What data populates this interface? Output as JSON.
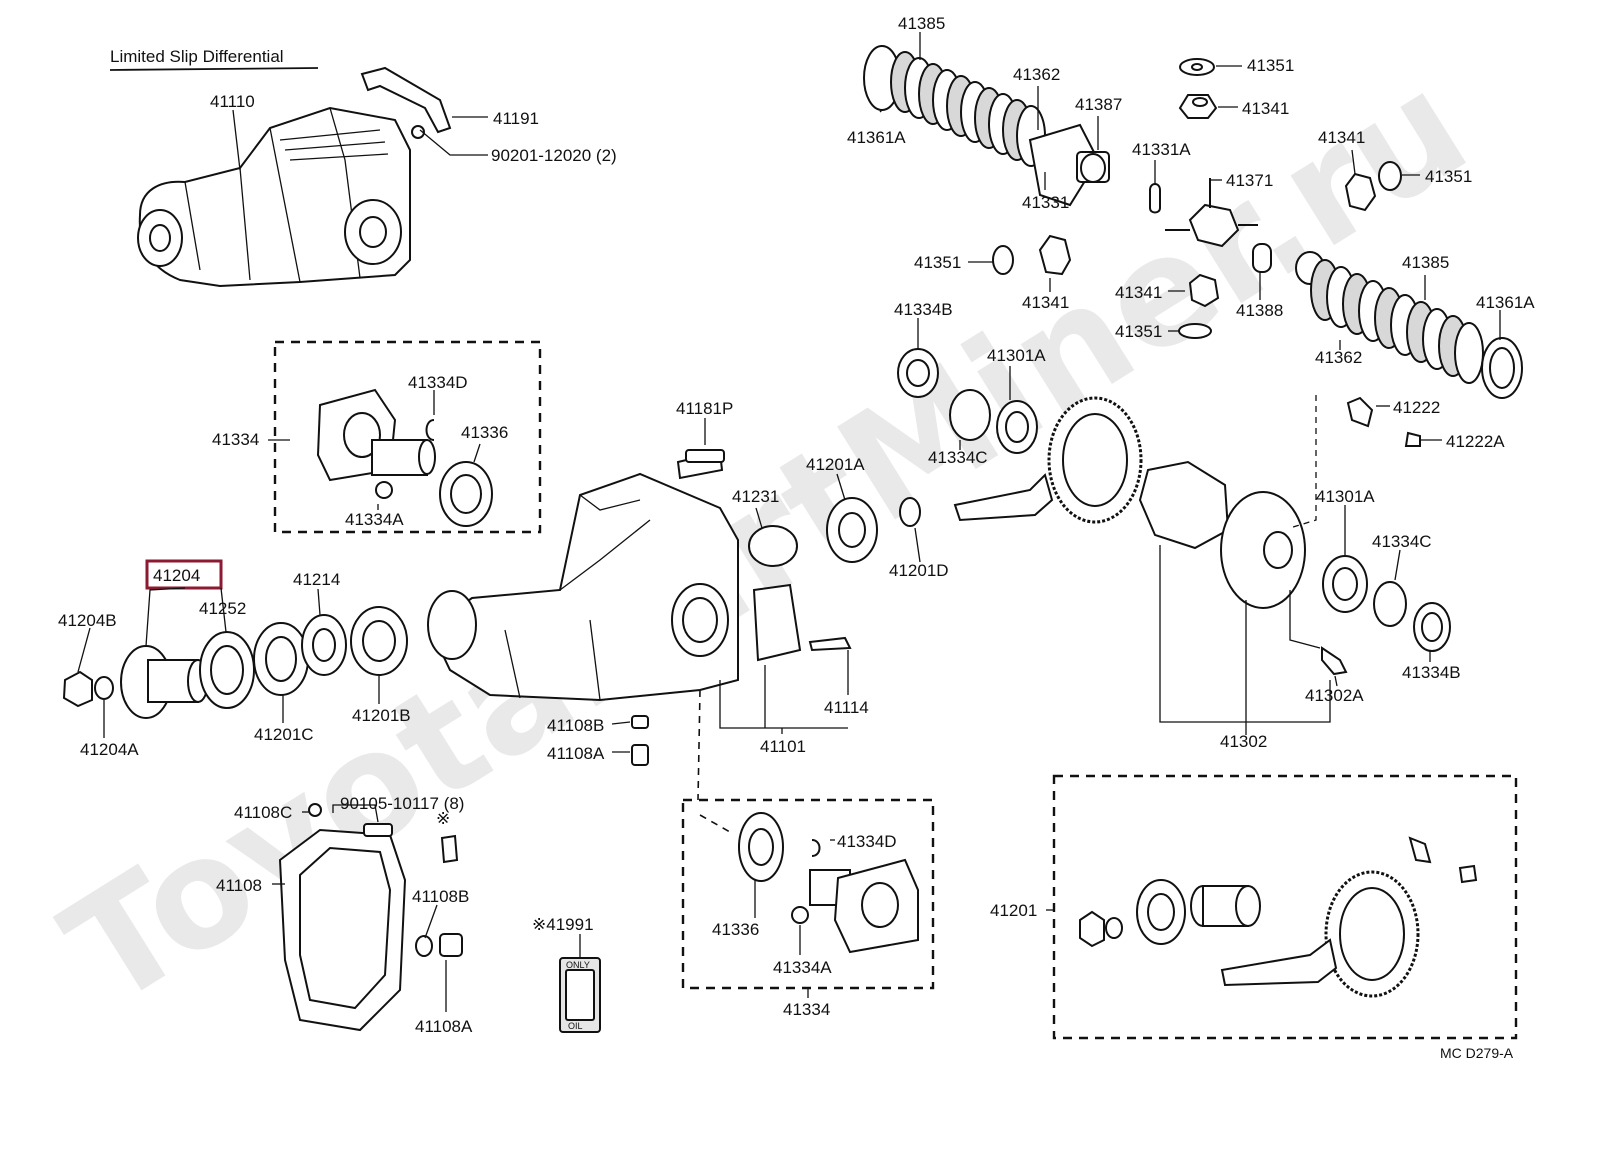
{
  "title": "Limited Slip Differential",
  "highlight_part": "41204",
  "footer_code": "MC  D279-A",
  "watermark": "ToyotaPartMiner.ru",
  "oil_label": {
    "top": "ONLY",
    "bottom": "OIL"
  },
  "labels": [
    {
      "id": "l41110",
      "text": "41110"
    },
    {
      "id": "l41191",
      "text": "41191"
    },
    {
      "id": "l90201",
      "text": "90201-12020 (2)"
    },
    {
      "id": "l41385a",
      "text": "41385"
    },
    {
      "id": "l41362a",
      "text": "41362"
    },
    {
      "id": "l41387",
      "text": "41387"
    },
    {
      "id": "l41361Aa",
      "text": "41361A"
    },
    {
      "id": "l41331",
      "text": "41331"
    },
    {
      "id": "l41351a",
      "text": "41351"
    },
    {
      "id": "l41341a",
      "text": "41341"
    },
    {
      "id": "l41331A",
      "text": "41331A"
    },
    {
      "id": "l41341b",
      "text": "41341"
    },
    {
      "id": "l41371",
      "text": "41371"
    },
    {
      "id": "l41351b",
      "text": "41351"
    },
    {
      "id": "l41351c",
      "text": "41351"
    },
    {
      "id": "l41341c",
      "text": "41341"
    },
    {
      "id": "l41341d",
      "text": "41341"
    },
    {
      "id": "l41351d",
      "text": "41351"
    },
    {
      "id": "l41388",
      "text": "41388"
    },
    {
      "id": "l41385b",
      "text": "41385"
    },
    {
      "id": "l41361Ab",
      "text": "41361A"
    },
    {
      "id": "l41362b",
      "text": "41362"
    },
    {
      "id": "l41334Ba",
      "text": "41334B"
    },
    {
      "id": "l41301Aa",
      "text": "41301A"
    },
    {
      "id": "l41334Ca",
      "text": "41334C"
    },
    {
      "id": "l41334Da",
      "text": "41334D"
    },
    {
      "id": "l41334a",
      "text": "41334"
    },
    {
      "id": "l41336a",
      "text": "41336"
    },
    {
      "id": "l41334Aa",
      "text": "41334A"
    },
    {
      "id": "l41181P",
      "text": "41181P"
    },
    {
      "id": "l41201A",
      "text": "41201A"
    },
    {
      "id": "l41231",
      "text": "41231"
    },
    {
      "id": "l41201D",
      "text": "41201D"
    },
    {
      "id": "l41222",
      "text": "41222"
    },
    {
      "id": "l41222A",
      "text": "41222A"
    },
    {
      "id": "l41301Ab",
      "text": "41301A"
    },
    {
      "id": "l41334Cb",
      "text": "41334C"
    },
    {
      "id": "l41334Bb",
      "text": "41334B"
    },
    {
      "id": "l41302A",
      "text": "41302A"
    },
    {
      "id": "l41302",
      "text": "41302"
    },
    {
      "id": "l41204",
      "text": "41204"
    },
    {
      "id": "l41204B",
      "text": "41204B"
    },
    {
      "id": "l41252",
      "text": "41252"
    },
    {
      "id": "l41214",
      "text": "41214"
    },
    {
      "id": "l41204A",
      "text": "41204A"
    },
    {
      "id": "l41201C",
      "text": "41201C"
    },
    {
      "id": "l41201B",
      "text": "41201B"
    },
    {
      "id": "l41114",
      "text": "41114"
    },
    {
      "id": "l41108Ba",
      "text": "41108B"
    },
    {
      "id": "l41108Aa",
      "text": "41108A"
    },
    {
      "id": "l41101",
      "text": "41101"
    },
    {
      "id": "l90105",
      "text": "90105-10117 (8)"
    },
    {
      "id": "l41108C",
      "text": "41108C"
    },
    {
      "id": "lnote",
      "text": "※"
    },
    {
      "id": "l41108",
      "text": "41108"
    },
    {
      "id": "l41108Bb",
      "text": "41108B"
    },
    {
      "id": "l41108Ab",
      "text": "41108A"
    },
    {
      "id": "l41991",
      "text": "※41991"
    },
    {
      "id": "l41334Db",
      "text": "41334D"
    },
    {
      "id": "l41336b",
      "text": "41336"
    },
    {
      "id": "l41334Ab",
      "text": "41334A"
    },
    {
      "id": "l41334b",
      "text": "41334"
    },
    {
      "id": "l41201",
      "text": "41201"
    }
  ]
}
